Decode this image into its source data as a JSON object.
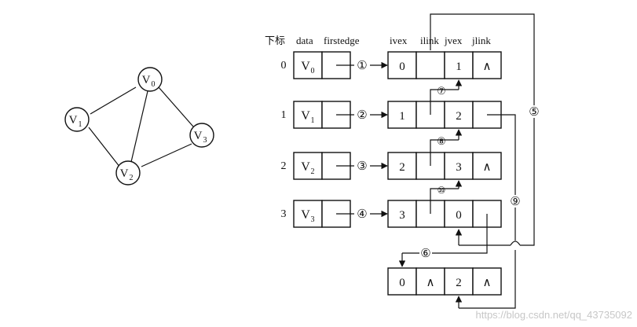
{
  "graph": {
    "nodes": [
      {
        "id": "v0",
        "label": "V",
        "sub": "0"
      },
      {
        "id": "v1",
        "label": "V",
        "sub": "1"
      },
      {
        "id": "v2",
        "label": "V",
        "sub": "2"
      },
      {
        "id": "v3",
        "label": "V",
        "sub": "3"
      }
    ]
  },
  "headers": {
    "index": "下标",
    "data": "data",
    "firstedge": "firstedge",
    "ivex": "ivex",
    "ilink": "ilink",
    "jvex": "jvex",
    "jlink": "jlink"
  },
  "vertex_table": [
    {
      "index": "0",
      "label": "V",
      "sub": "0",
      "pointer": "①"
    },
    {
      "index": "1",
      "label": "V",
      "sub": "1",
      "pointer": "②"
    },
    {
      "index": "2",
      "label": "V",
      "sub": "2",
      "pointer": "③"
    },
    {
      "index": "3",
      "label": "V",
      "sub": "3",
      "pointer": "④"
    }
  ],
  "edge_nodes": [
    {
      "ivex": "0",
      "ilink": "",
      "jvex": "1",
      "jlink": "∧"
    },
    {
      "ivex": "1",
      "ilink": "",
      "jvex": "2",
      "jlink": ""
    },
    {
      "ivex": "2",
      "ilink": "",
      "jvex": "3",
      "jlink": "∧"
    },
    {
      "ivex": "3",
      "ilink": "",
      "jvex": "0",
      "jlink": ""
    },
    {
      "ivex": "0",
      "ilink": "∧",
      "jvex": "2",
      "jlink": "∧"
    }
  ],
  "link_markers": {
    "m5": "⑤",
    "m6": "⑥",
    "m7": "⑦",
    "m8": "⑧",
    "m9": "⑨",
    "m10": "⑩"
  },
  "watermark": "https://blog.csdn.net/qq_43735092"
}
